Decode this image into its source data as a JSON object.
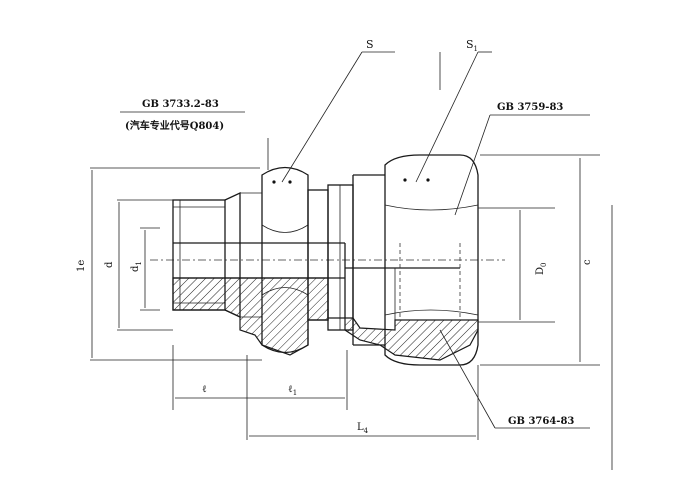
{
  "labels": {
    "gb_body": "GB 3733.2-83",
    "gb_body_sub": "(汽车专业代号Q804)",
    "gb_nut": "GB 3759-83",
    "gb_ring": "GB 3764-83",
    "s": "S",
    "s1": "S",
    "s1_sub": "1",
    "dim_le": "1e",
    "dim_d": "d",
    "dim_d1": "d",
    "dim_d1_sub": "1",
    "dim_d0": "D",
    "dim_d0_sub": "0",
    "dim_c": "c",
    "dim_l": "ℓ",
    "dim_l1": "ℓ",
    "dim_l1_sub": "1",
    "dim_L": "L",
    "dim_L_sub": "4"
  }
}
